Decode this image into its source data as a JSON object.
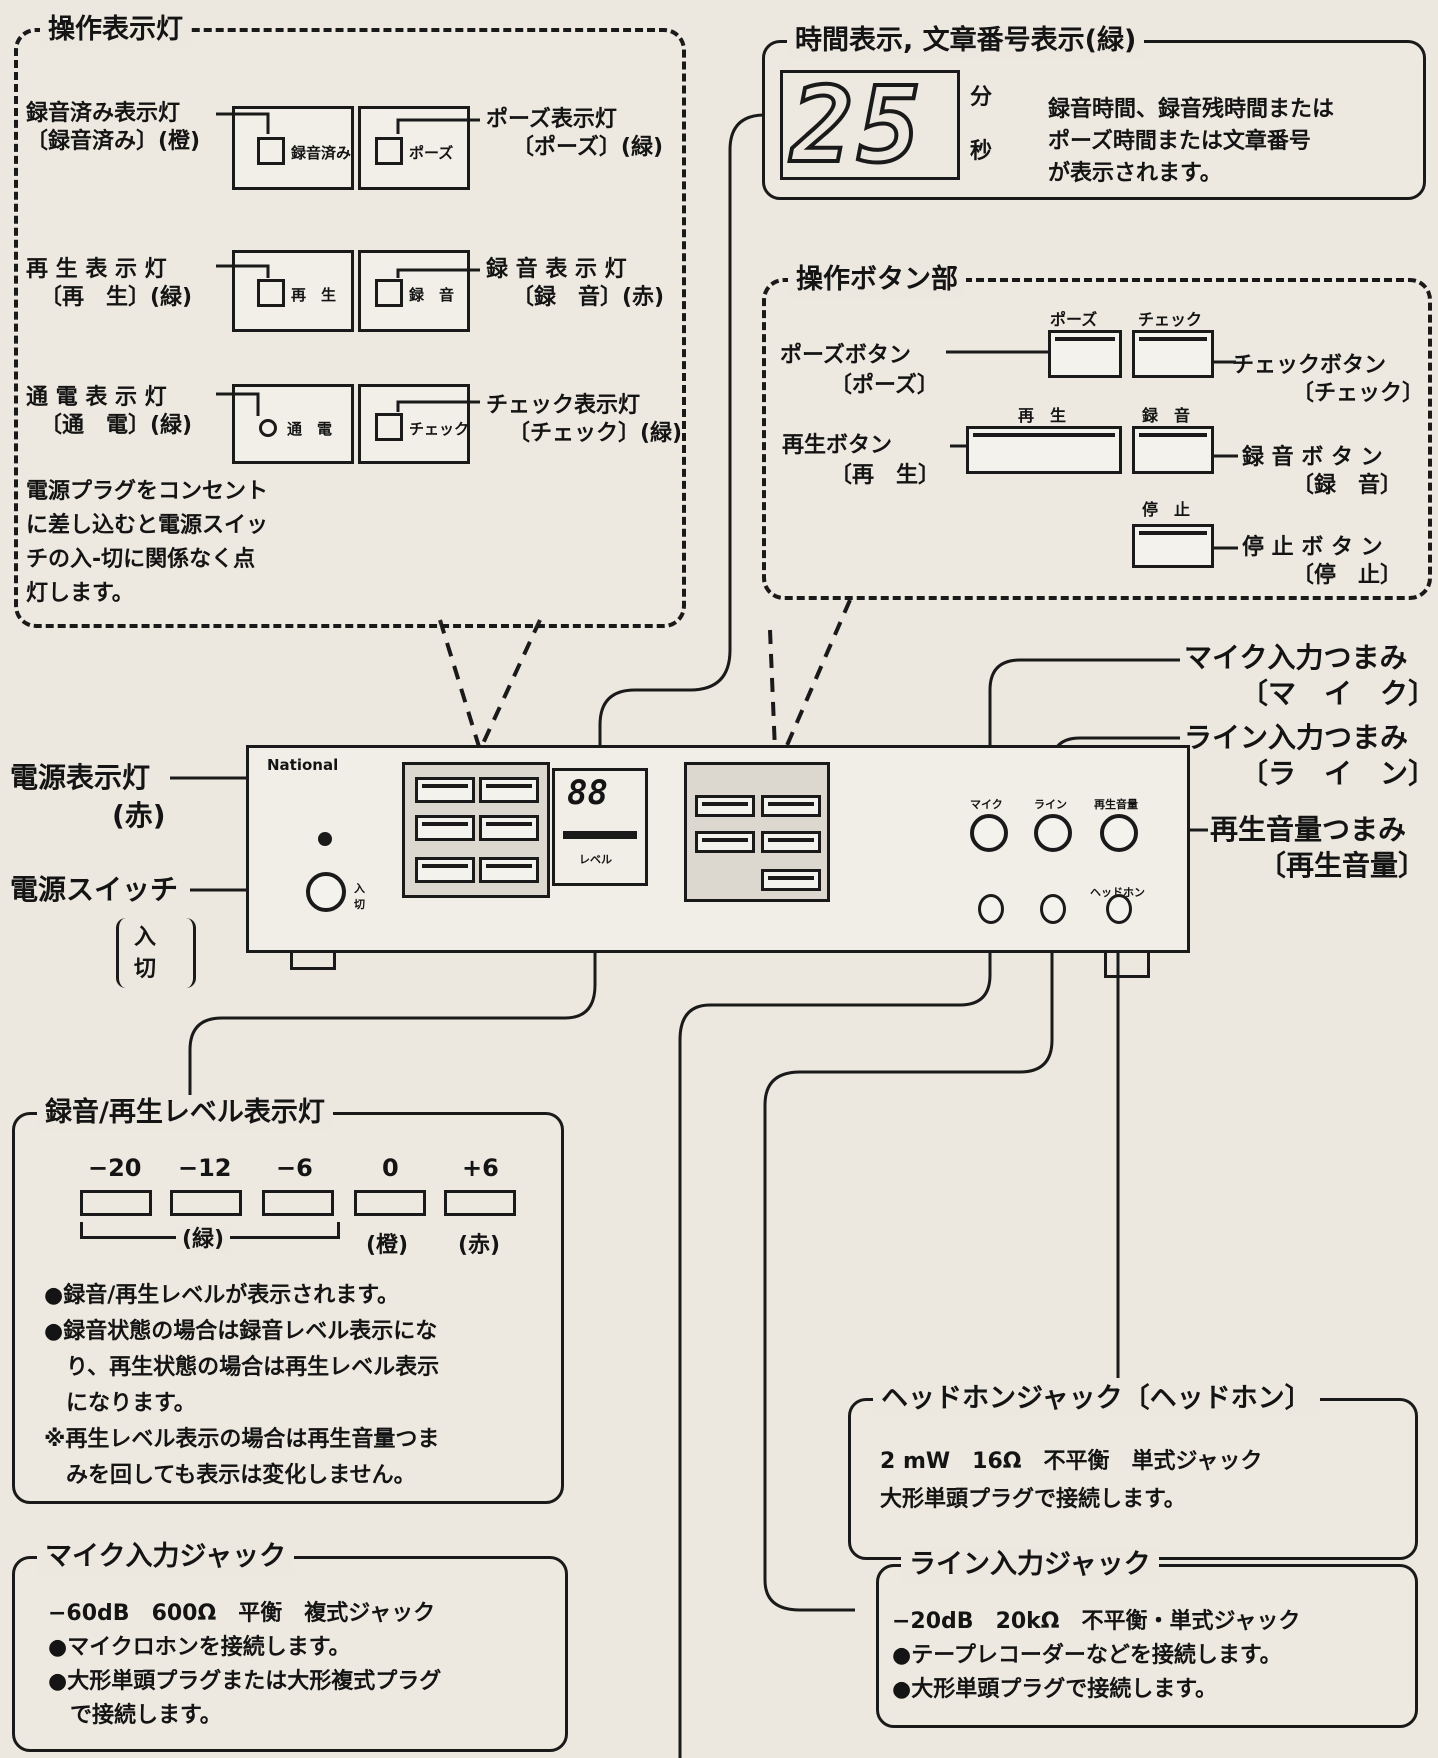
{
  "indicator_lamps": {
    "title": "操作表示灯",
    "recorded": {
      "label": "録音済み表示灯",
      "sub": "〔録音済み〕(橙)",
      "panel_text": "録音済み"
    },
    "pause": {
      "label": "ポーズ表示灯",
      "sub": "〔ポーズ〕(緑)",
      "panel_text": "ポーズ"
    },
    "play": {
      "label": "再 生 表 示 灯",
      "sub": "〔再　生〕(緑)",
      "panel_text": "再　生"
    },
    "record": {
      "label": "録 音 表 示 灯",
      "sub": "〔録　音〕(赤)",
      "panel_text": "録　音"
    },
    "power": {
      "label": "通 電 表 示 灯",
      "sub": "〔通　電〕(緑)",
      "panel_text": "通　電"
    },
    "check": {
      "label": "チェック表示灯",
      "sub": "〔チェック〕(緑)",
      "panel_text": "チェック"
    },
    "note_lines": [
      "電源プラグをコンセント",
      "に差し込むと電源スイッ",
      "チの入-切に関係なく点",
      "灯します。"
    ]
  },
  "time_display": {
    "title": "時間表示, 文章番号表示(緑)",
    "digits": "25",
    "unit_min": "分",
    "unit_sec": "秒",
    "desc_lines": [
      "録音時間、録音残時間または",
      "ポーズ時間または文章番号",
      "が表示されます。"
    ]
  },
  "buttons": {
    "title": "操作ボタン部",
    "pause": {
      "top": "ポーズ",
      "label": "ポーズボタン",
      "sub": "〔ポーズ〕"
    },
    "check": {
      "top": "チェック",
      "label": "チェックボタン",
      "sub": "〔チェック〕"
    },
    "play": {
      "top": "再　生",
      "label": "再生ボタン",
      "sub": "〔再　生〕"
    },
    "record": {
      "top": "録　音",
      "label": "録 音 ボ タ ン",
      "sub": "〔録　音〕"
    },
    "stop": {
      "top": "停　止",
      "label": "停 止 ボ タ ン",
      "sub": "〔停　止〕"
    }
  },
  "device": {
    "brand": "National",
    "display_digits": "88",
    "level_label": "レベル",
    "knob_labels": [
      "マイク",
      "ライン",
      "再生音量"
    ],
    "phones_label": "ヘッドホン",
    "power_on": "入",
    "power_off": "切"
  },
  "left_callouts": {
    "power_lamp": "電源表示灯",
    "power_lamp_color": "(赤)",
    "power_switch": "電源スイッチ",
    "switch_on": "入",
    "switch_off": "切"
  },
  "right_callouts": {
    "mic_knob": "マイク入力つまみ",
    "mic_knob_sub": "〔マ　イ　ク〕",
    "line_knob": "ライン入力つまみ",
    "line_knob_sub": "〔ラ　イ　ン〕",
    "vol_knob": "再生音量つまみ",
    "vol_knob_sub": "〔再生音量〕"
  },
  "level_meter": {
    "title": "録音/再生レベル表示灯",
    "scale": [
      "−20",
      "−12",
      "−6",
      "0",
      "+6"
    ],
    "green_label": "(緑)",
    "orange_label": "(橙)",
    "red_label": "(赤)",
    "notes": [
      "●録音/再生レベルが表示されます。",
      "●録音状態の場合は録音レベル表示にな",
      "　り、再生状態の場合は再生レベル表示",
      "　になります。",
      "※再生レベル表示の場合は再生音量つま",
      "　みを回しても表示は変化しません。"
    ]
  },
  "headphone_jack": {
    "title": "ヘッドホンジャック〔ヘッドホン〕",
    "spec": "2 mW　16Ω　不平衡　単式ジャック",
    "note": "大形単頭プラグで接続します。"
  },
  "line_jack": {
    "title": "ライン入力ジャック",
    "spec": "−20dB　20kΩ　不平衡・単式ジャック",
    "notes": [
      "●テープレコーダーなどを接続します。",
      "●大形単頭プラグで接続します。"
    ]
  },
  "mic_jack": {
    "title": "マイク入力ジャック",
    "spec": "−60dB　600Ω　平衡　複式ジャック",
    "notes": [
      "●マイクロホンを接続します。",
      "●大形単頭プラグまたは大形複式プラグ",
      "　で接続します。"
    ]
  },
  "colors": {
    "ink": "#1a1a1a",
    "paper": "#ece8df"
  }
}
